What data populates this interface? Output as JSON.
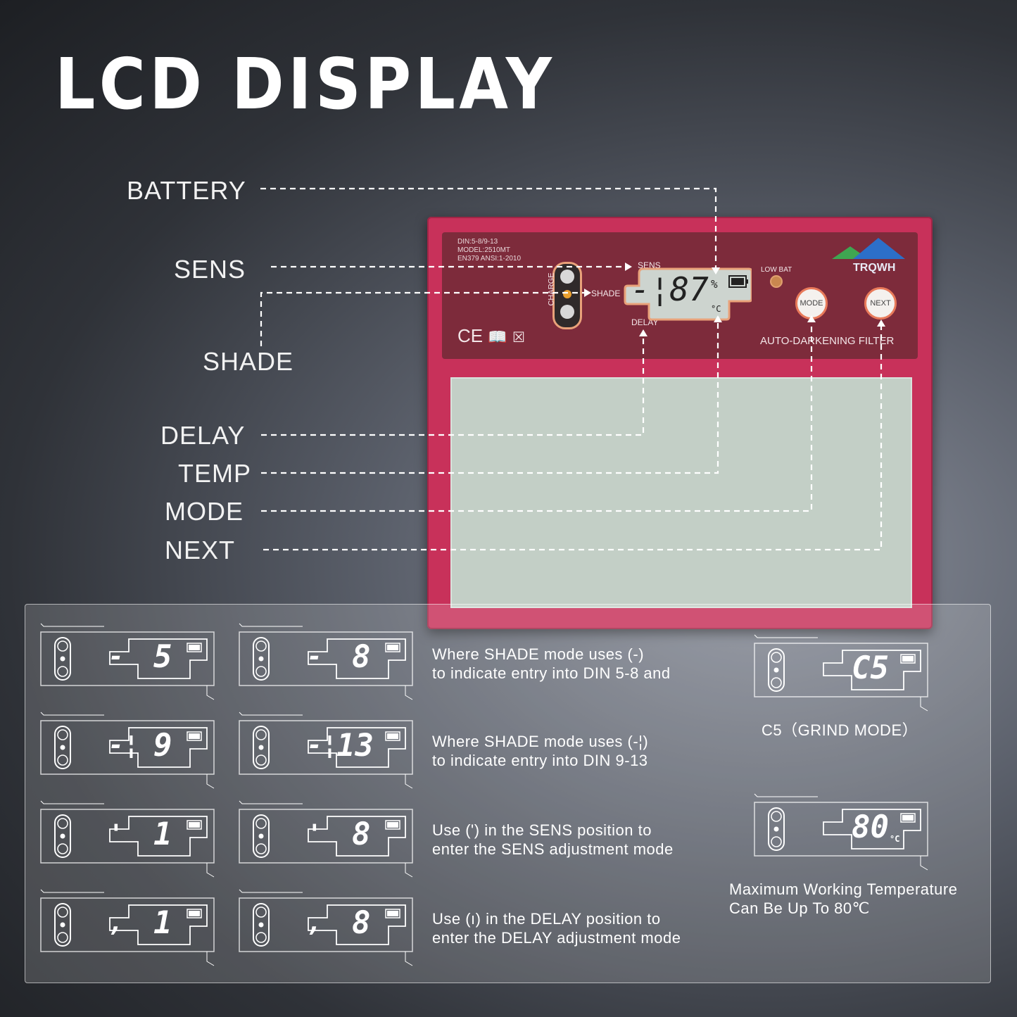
{
  "title": "LCD DISPLAY",
  "callouts": {
    "battery": "BATTERY",
    "sens": "SENS",
    "shade": "SHADE",
    "delay": "DELAY",
    "temp": "TEMP",
    "mode": "MODE",
    "next": "NEXT"
  },
  "device": {
    "spec_line1": "DIN:5-8/9-13",
    "spec_line2": "MODEL:2510MT",
    "spec_line3": "EN379 ANSI:1-2010",
    "charge_label": "CHARGE",
    "sens_label": "SENS",
    "shade_label": "SHADE",
    "delay_label": "DELAY",
    "lcd_digits": "-¦87",
    "percent_sign": "%",
    "celsius_sign": "°C",
    "low_bat_label": "LOW BAT",
    "mode_button": "MODE",
    "next_button": "NEXT",
    "brand": "TRQWH",
    "product_label": "AUTO-DARKENING FILTER",
    "cert_marks": "CE"
  },
  "examples": {
    "row1": {
      "left_digit": "5",
      "left_prefix": "-",
      "right_digit": "8",
      "right_prefix": "-",
      "text1": "Where SHADE mode uses (-)",
      "text2": "to indicate entry into DIN 5-8 and"
    },
    "row2": {
      "left_digit": "9",
      "left_prefix": "-¦",
      "right_digit": "13",
      "right_prefix": "-¦",
      "text1": "Where SHADE mode uses (-¦)",
      "text2": "to indicate entry into DIN 9-13"
    },
    "row3": {
      "left_digit": "1",
      "left_prefix": "'",
      "right_digit": "8",
      "right_prefix": "'",
      "text1": "Use (') in the SENS position to",
      "text2": "enter the SENS adjustment mode"
    },
    "row4": {
      "left_digit": "1",
      "left_prefix": ",",
      "right_digit": "8",
      "right_prefix": ",",
      "text1": "Use (ı) in the DELAY position to",
      "text2": "enter the DELAY adjustment mode"
    },
    "grind": {
      "digit": "C5",
      "caption": "C5（GRIND MODE）"
    },
    "temp": {
      "digit": "80",
      "unit": "°C",
      "caption1": "Maximum Working Temperature",
      "caption2": "Can Be Up To 80℃"
    }
  },
  "colors": {
    "device_red": "#c8315a",
    "panel_maroon": "#7d2b3b",
    "lens_green": "#c3cfc6",
    "button_ring": "#e87a5a"
  }
}
